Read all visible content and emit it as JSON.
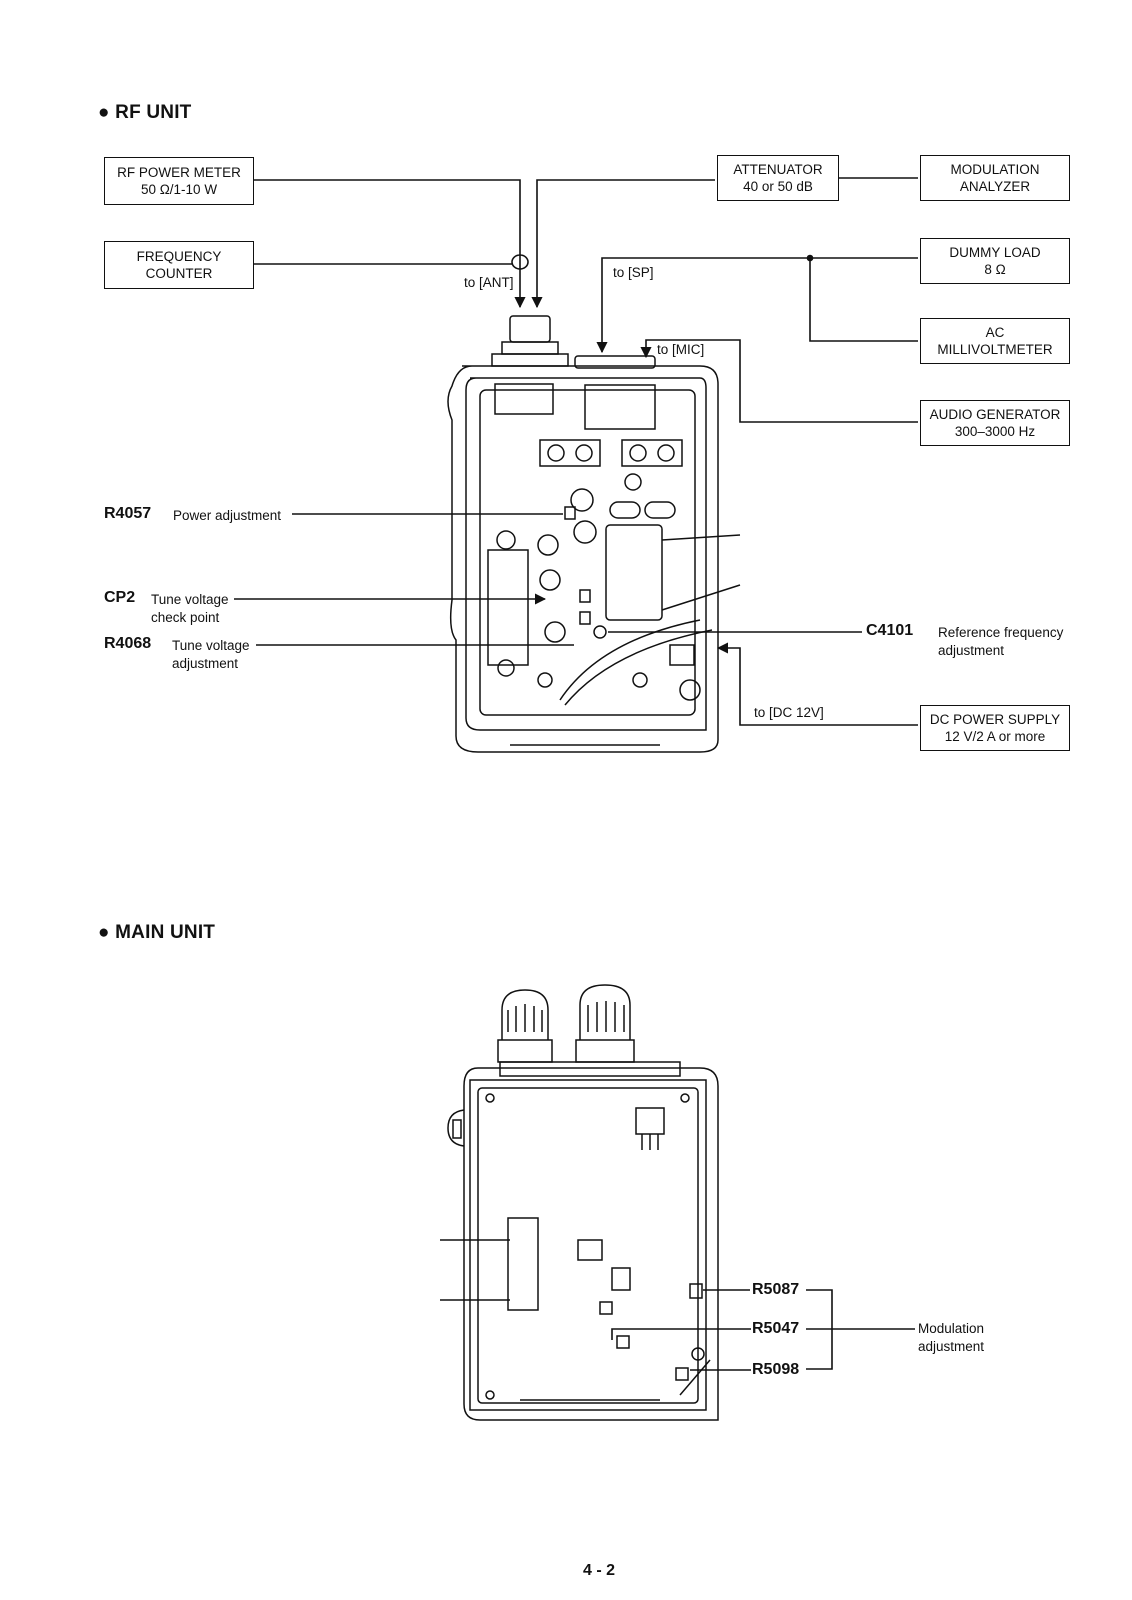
{
  "rf_unit": {
    "heading": "● RF UNIT",
    "boxes": {
      "rf_power_meter": [
        "RF POWER METER",
        "50 Ω/1-10 W"
      ],
      "frequency_counter": [
        "FREQUENCY",
        "COUNTER"
      ],
      "attenuator": [
        "ATTENUATOR",
        "40 or 50 dB"
      ],
      "modulation_analyzer": [
        "MODULATION",
        "ANALYZER"
      ],
      "dummy_load": [
        "DUMMY LOAD",
        "8 Ω"
      ],
      "ac_millivoltmeter": [
        "AC",
        "MILLIVOLTMETER"
      ],
      "audio_generator": [
        "AUDIO GENERATOR",
        "300–3000 Hz"
      ],
      "dc_power_supply": [
        "DC POWER SUPPLY",
        "12 V/2 A or more"
      ]
    },
    "connections": {
      "ant": "to [ANT]",
      "sp": "to [SP]",
      "mic": "to [MIC]",
      "dc": "to [DC 12V]"
    },
    "adjustments": {
      "r4057": {
        "ref": "R4057",
        "desc": "Power adjustment"
      },
      "cp2": {
        "ref": "CP2",
        "desc1": "Tune voltage",
        "desc2": "check point"
      },
      "r4068": {
        "ref": "R4068",
        "desc1": "Tune voltage",
        "desc2": "adjustment"
      },
      "c4101": {
        "ref": "C4101",
        "desc1": "Reference frequency",
        "desc2": "adjustment"
      }
    }
  },
  "main_unit": {
    "heading": "● MAIN UNIT",
    "adjustments": {
      "r5087": "R5087",
      "r5047": "R5047",
      "r5098": "R5098",
      "desc1": "Modulation",
      "desc2": "adjustment"
    }
  },
  "page_number": "4 - 2"
}
